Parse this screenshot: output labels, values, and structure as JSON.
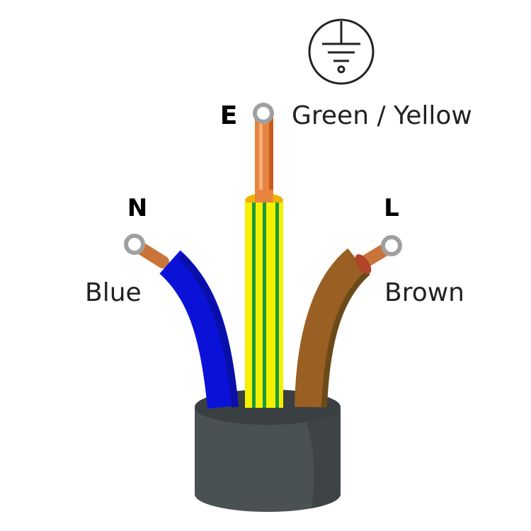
{
  "earth_symbol": {
    "icon": "protective-earth-icon"
  },
  "wires": [
    {
      "terminal": "E",
      "color_name": "Green / Yellow",
      "colors": {
        "primary": "#f5f000",
        "stripe": "#1a9a3a"
      }
    },
    {
      "terminal": "N",
      "color_name": "Blue",
      "colors": {
        "primary": "#0a12d8"
      }
    },
    {
      "terminal": "L",
      "color_name": "Brown",
      "colors": {
        "primary": "#9a5f22"
      }
    }
  ],
  "colors": {
    "copper": "#e0803a",
    "ring": "#a0a0a0",
    "jacket": "#4a5153"
  }
}
